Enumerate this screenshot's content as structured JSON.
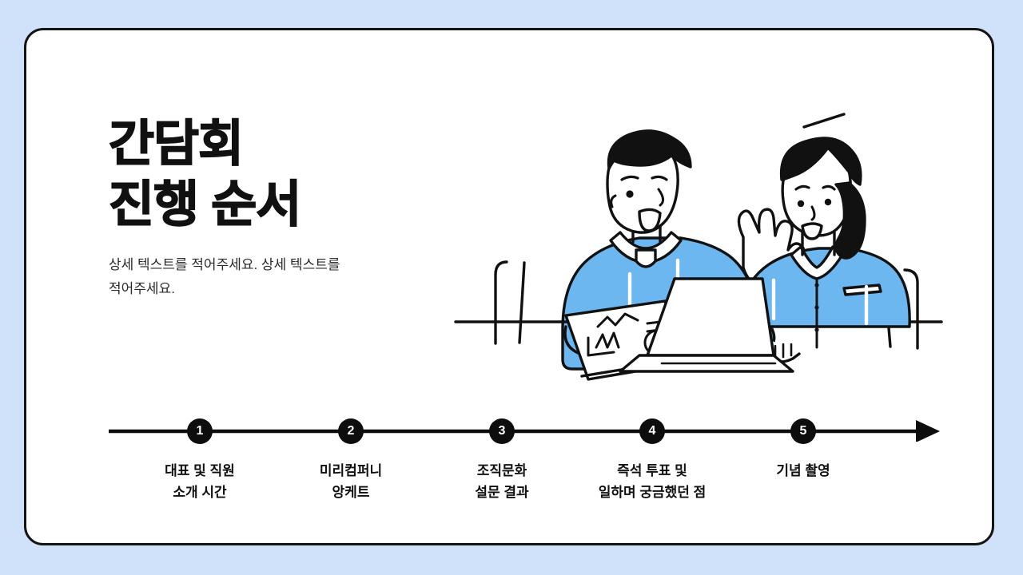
{
  "slide": {
    "background_color": "#cfe2fa",
    "card_background": "#ffffff",
    "card_border_color": "#141414",
    "accent_color": "#6cb7f0",
    "ink_color": "#111111"
  },
  "headline": {
    "title_line1": "간담회",
    "title_line2": "진행 순서",
    "subtitle": "상세 텍스트를 적어주세요. 상세 텍스트를 적어주세요."
  },
  "illustration": {
    "name": "two-colleagues-meeting-illustration",
    "description": "남자와 여자가 책상에서 노트북과 자료를 보며 대화하는 선화 일러스트",
    "people": [
      {
        "role": "man-speaking",
        "clothing": "파란 스웨터",
        "props": "차트 자료"
      },
      {
        "role": "woman-typing",
        "clothing": "파란 셔츠",
        "props": "노트북"
      }
    ]
  },
  "timeline": {
    "name": "progress-timeline",
    "arrow_direction": "right",
    "steps": [
      {
        "number": "1",
        "label_line1": "대표 및 직원",
        "label_line2": "소개 시간"
      },
      {
        "number": "2",
        "label_line1": "미리컴퍼니",
        "label_line2": "앙케트"
      },
      {
        "number": "3",
        "label_line1": "조직문화",
        "label_line2": "설문 결과"
      },
      {
        "number": "4",
        "label_line1": "즉석 투표 및",
        "label_line2": "일하며 궁금했던 점"
      },
      {
        "number": "5",
        "label_line1": "기념 촬영",
        "label_line2": ""
      }
    ]
  }
}
